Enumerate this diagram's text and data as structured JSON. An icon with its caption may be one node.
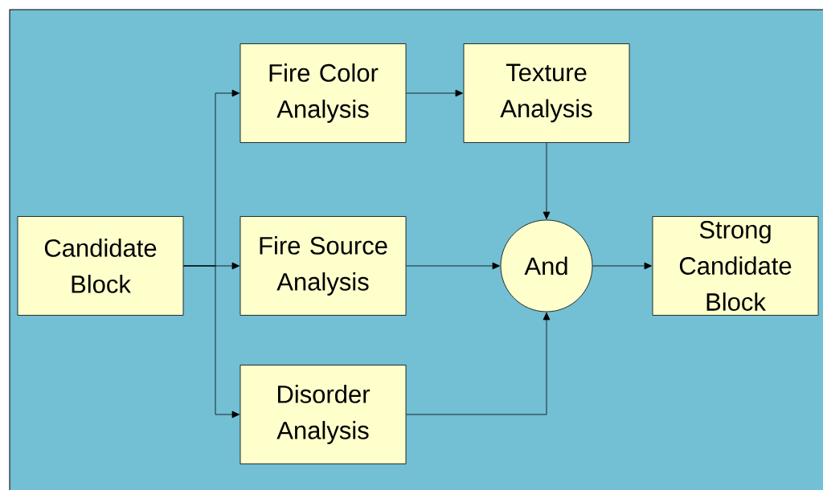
{
  "diagram": {
    "nodes": [
      {
        "text": [
          "Candidate Block"
        ]
      },
      {
        "text": [
          "Fire Color Analysis"
        ]
      },
      {
        "text": [
          "Texture Analysis"
        ]
      },
      {
        "text": [
          "Fire Source Analysis"
        ]
      },
      {
        "text": [
          "And"
        ]
      },
      {
        "text": [
          "Strong Candidate Block"
        ]
      },
      {
        "text": [
          "Disorder Analysis"
        ]
      }
    ],
    "edges": [
      {
        "from": 0,
        "to": 1,
        "arrow": "to"
      },
      {
        "from": 0,
        "to": 3,
        "arrow": "to"
      },
      {
        "from": 0,
        "to": 6,
        "arrow": "to"
      },
      {
        "from": 1,
        "to": 2,
        "arrow": "to"
      },
      {
        "from": 2,
        "to": 4,
        "arrow": "to"
      },
      {
        "from": 3,
        "to": 4,
        "arrow": "to"
      },
      {
        "from": 6,
        "to": 4,
        "arrow": "to"
      },
      {
        "from": 4,
        "to": 5,
        "arrow": "to"
      }
    ]
  }
}
